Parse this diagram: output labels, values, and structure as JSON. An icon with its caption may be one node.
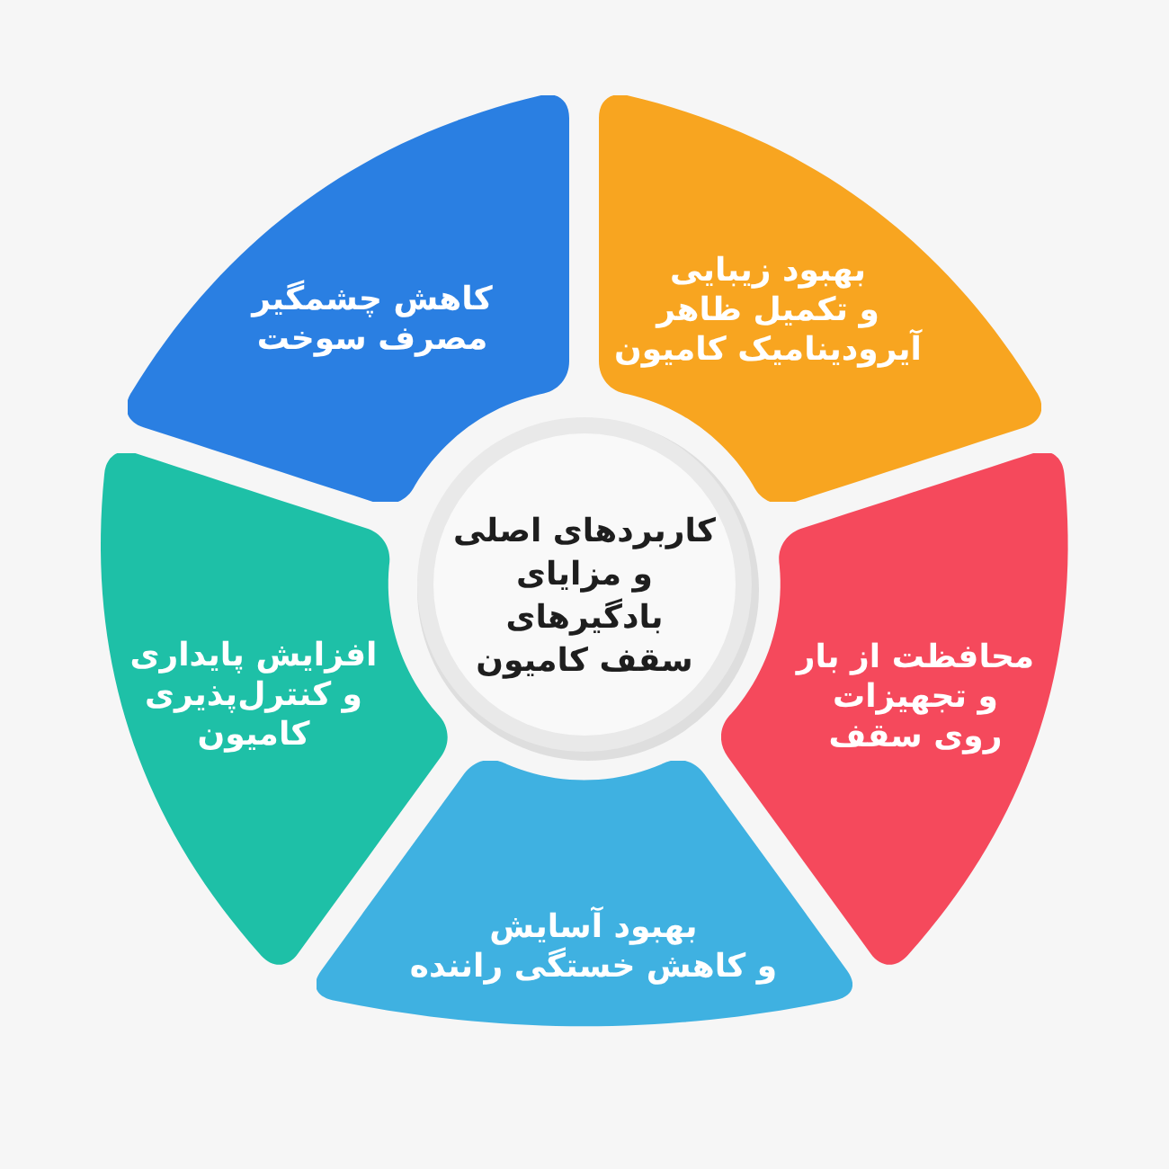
{
  "diagram": {
    "nodes": [
      {
        "text": [
          "کاربردهای اصلی و مزایای بادگیرهای سقف کامیون"
        ]
      },
      {
        "text": [
          "کاهش چشمگیر مصرف سوخت"
        ]
      },
      {
        "text": [
          "بهبود زیبایی و تکمیل ظاهر آیرودینامیک کامیون"
        ]
      },
      {
        "text": [
          "محافظت از بار و تجهیزات روی سقف"
        ]
      },
      {
        "text": [
          "بهبود آسایش و کاهش خستگی راننده"
        ]
      },
      {
        "text": [
          "افزایش پایداری و کنترل‌پذیری کامیون"
        ]
      }
    ]
  }
}
